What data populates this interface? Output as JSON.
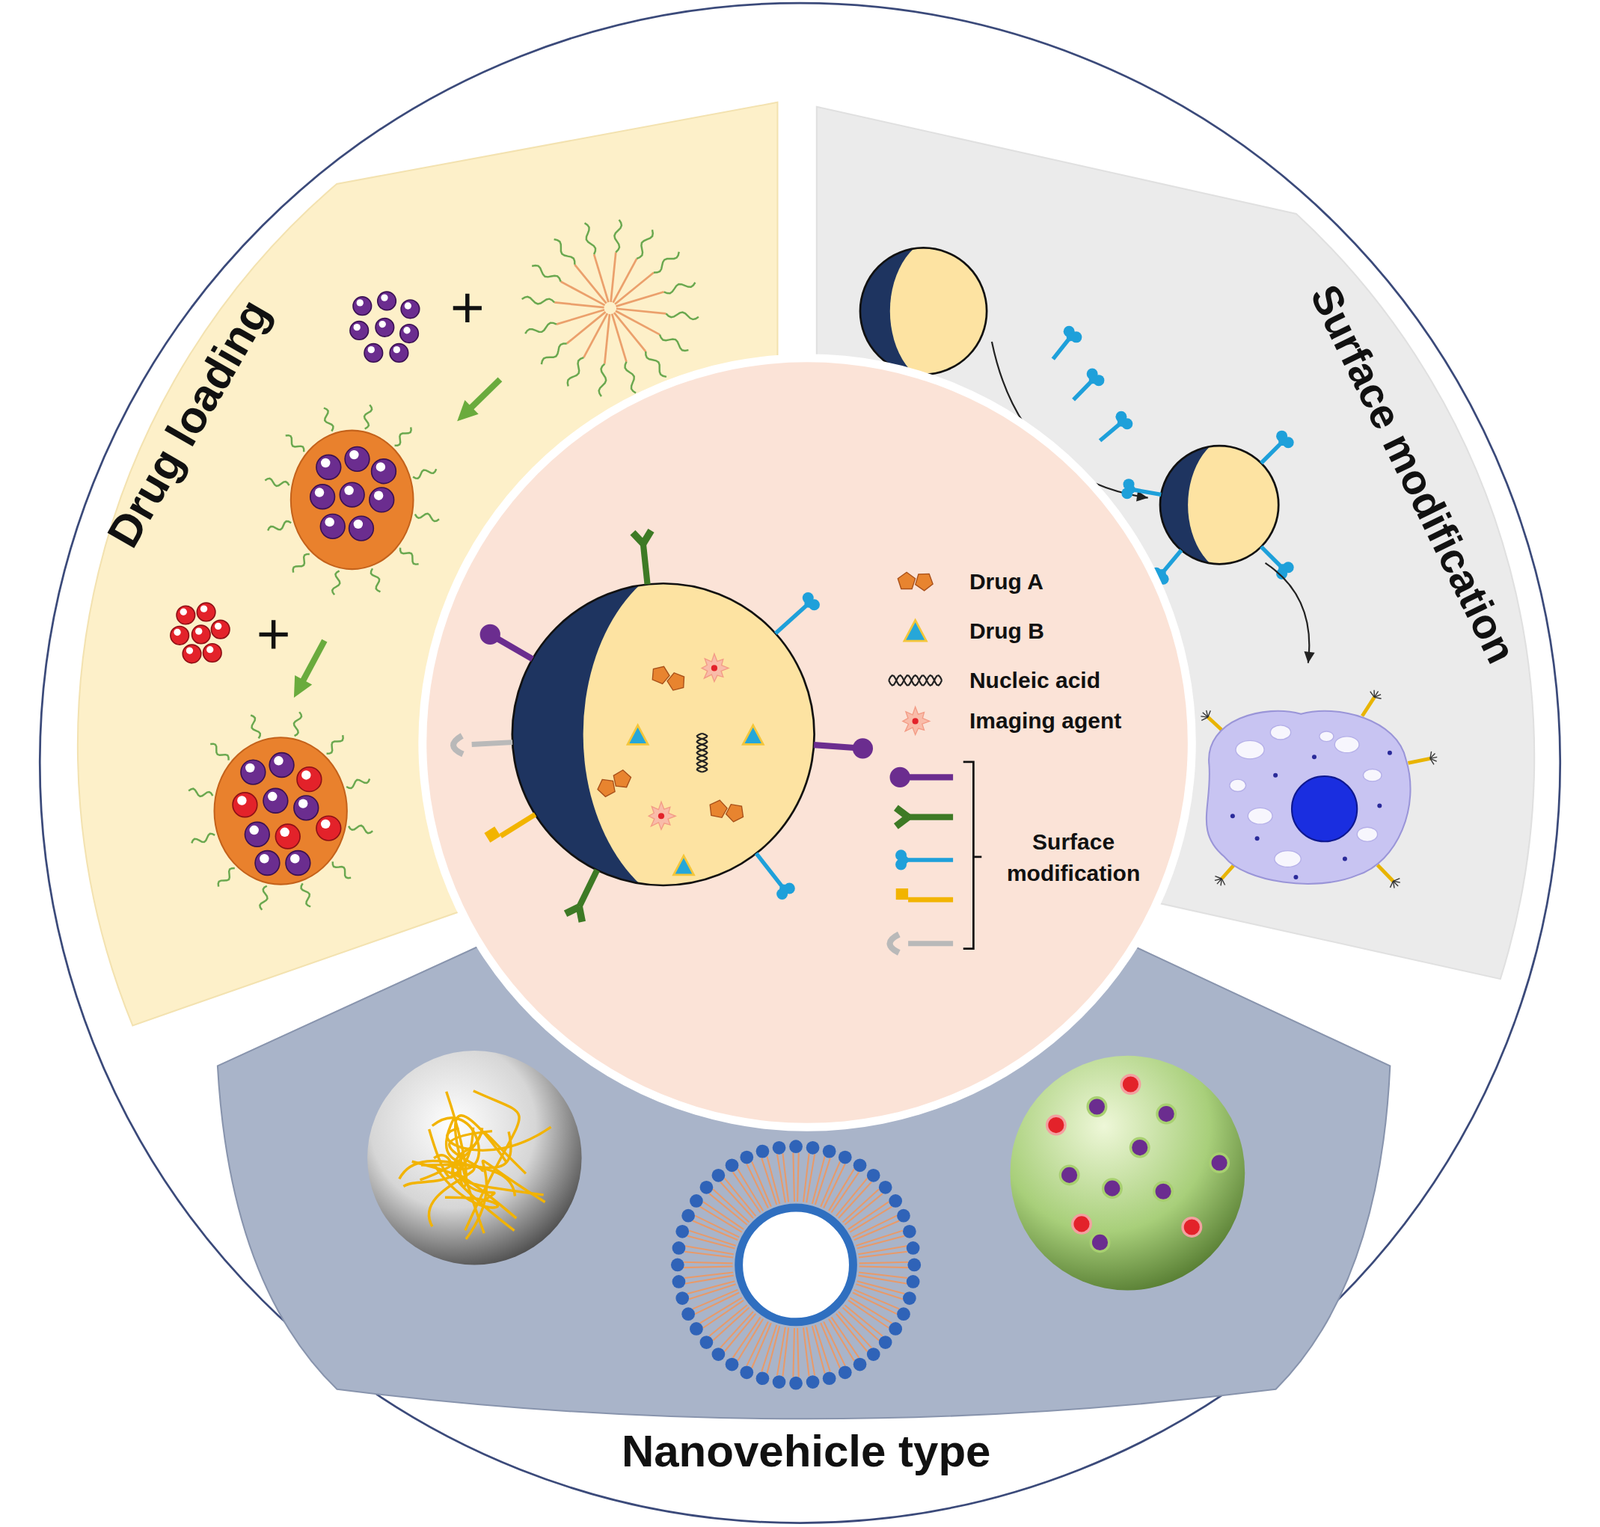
{
  "diagram": {
    "nodes": [
      {
        "text": [
          "Drug loading"
        ]
      },
      {
        "text": [
          "Surface modification"
        ]
      },
      {
        "text": [
          "Nanovehicle type"
        ]
      }
    ],
    "legend": [
      {
        "text": "Drug A"
      },
      {
        "text": "Drug B"
      },
      {
        "text": "Nucleic acid"
      },
      {
        "text": "Imaging agent"
      },
      {
        "text": "Surface modification"
      }
    ]
  }
}
